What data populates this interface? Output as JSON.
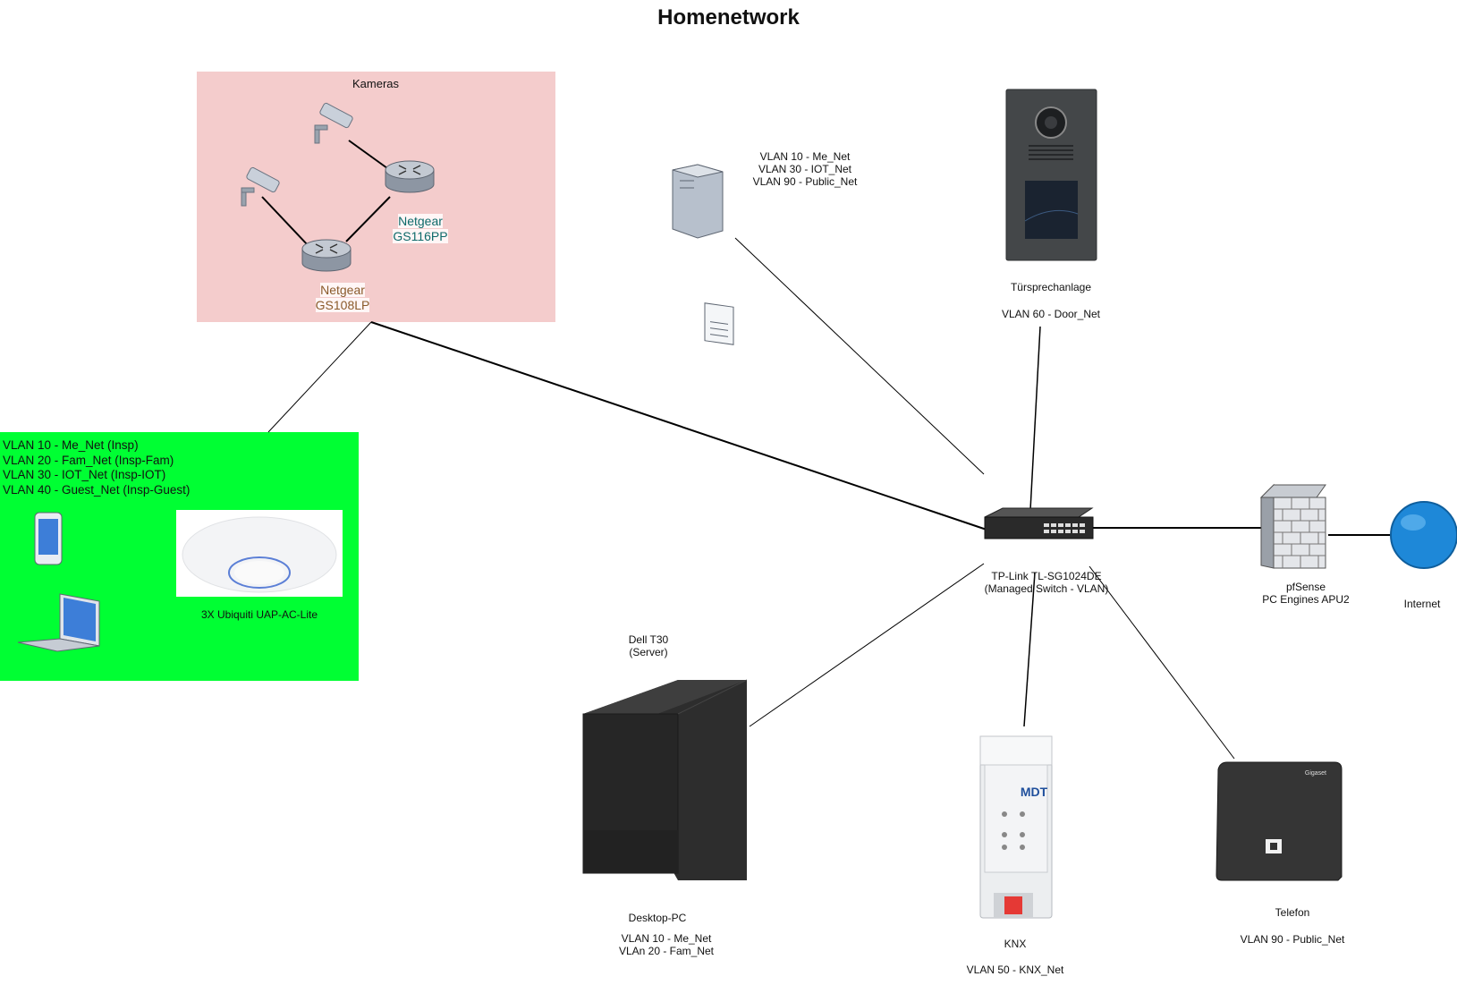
{
  "title": "Homenetwork",
  "zones": {
    "cameras": {
      "label": "Kameras",
      "color": "#f4cccc"
    },
    "wifi": {
      "color": "#00ff33",
      "vlans": [
        "VLAN 10 - Me_Net (Insp)",
        "VLAN 20 - Fam_Net (Insp-Fam)",
        "VLAN 30 - IOT_Net (Insp-IOT)",
        "VLAN 40 - Guest_Net (Insp-Guest)"
      ],
      "ap_label": "3X Ubiquiti UAP-AC-Lite"
    }
  },
  "nodes": {
    "switch_gs116": {
      "line1": "Netgear",
      "line2": "GS116PP"
    },
    "switch_gs108": {
      "line1": "Netgear",
      "line2": "GS108LP"
    },
    "server_icon": {
      "vlans": [
        "VLAN 10 - Me_Net",
        "VLAN 30 - IOT_Net",
        "VLAN 90 - Public_Net"
      ]
    },
    "door": {
      "name": "Türsprechanlage",
      "vlan": "VLAN 60 - Door_Net"
    },
    "core_switch": {
      "line1": "TP-Link TL-SG1024DE",
      "line2": "(Managed Switch - VLAN)"
    },
    "firewall": {
      "line1": "pfSense",
      "line2": "PC Engines APU2"
    },
    "internet": {
      "name": "Internet"
    },
    "dell": {
      "line1": "Dell T30",
      "line2": "(Server)"
    },
    "desktop": {
      "name": "Desktop-PC",
      "vlans": [
        "VLAN 10 - Me_Net",
        "VLAn 20 - Fam_Net"
      ]
    },
    "knx": {
      "name": "KNX",
      "vlan": "VLAN 50 - KNX_Net",
      "brand": "MDT"
    },
    "telefon": {
      "name": "Telefon",
      "vlan": "VLAN 90 - Public_Net",
      "brand": "Gigaset"
    }
  },
  "colors": {
    "line": "#000000",
    "internet": "#1e88d8",
    "switch": "#2a2a2a"
  }
}
